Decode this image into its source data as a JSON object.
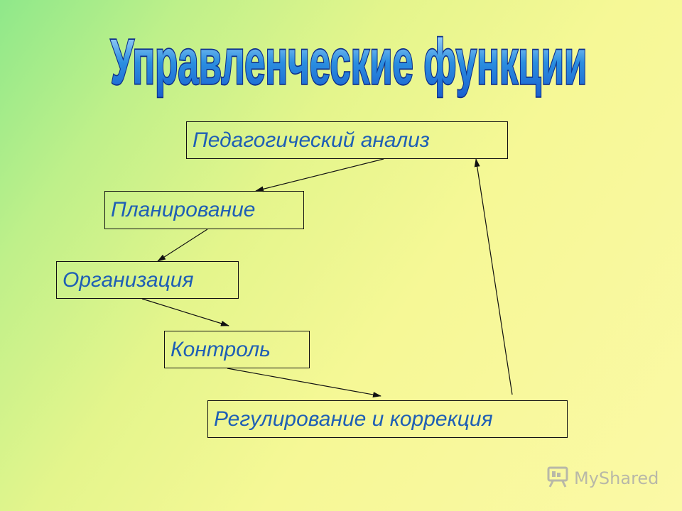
{
  "title": "Управленческие функции",
  "boxes": {
    "analysis": "Педагогический анализ",
    "planning": "Планирование",
    "organization": "Организация",
    "control": "Контроль",
    "regulation": "Регулирование и коррекция"
  },
  "watermark": {
    "text": "MyShared",
    "icon": "presentation-board-icon"
  },
  "colors": {
    "title_fill": "#2b8fe0",
    "title_outline": "#0d2f8a",
    "box_text": "#1f5fb5",
    "arrow": "#111111"
  }
}
